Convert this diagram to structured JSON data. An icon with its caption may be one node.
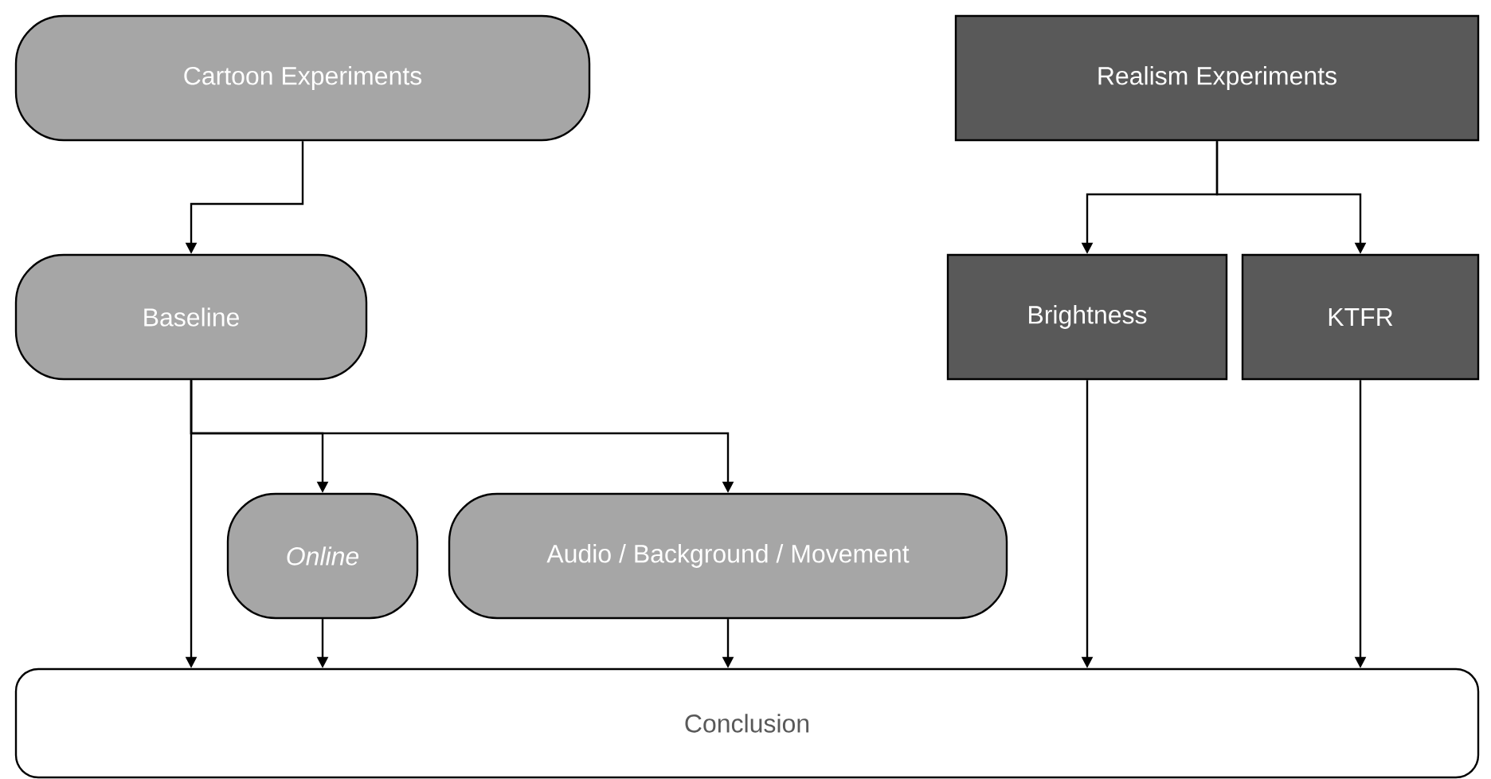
{
  "diagram": {
    "nodes": [
      {
        "text": [
          "Cartoon Experiments"
        ]
      },
      {
        "text": [
          "Realism Experiments"
        ]
      },
      {
        "text": [
          "Baseline"
        ]
      },
      {
        "text": [
          "Brightness"
        ]
      },
      {
        "text": [
          "KTFR"
        ]
      },
      {
        "text": [
          "Online"
        ]
      },
      {
        "text": [
          "Audio / Background / Movement"
        ]
      },
      {
        "text": [
          "Conclusion"
        ]
      }
    ],
    "edges": [
      {
        "from": 0,
        "to": 2,
        "arrow": "to"
      },
      {
        "from": 1,
        "to": 3,
        "arrow": "to"
      },
      {
        "from": 1,
        "to": 4,
        "arrow": "to"
      },
      {
        "from": 2,
        "to": 5,
        "arrow": "to"
      },
      {
        "from": 2,
        "to": 6,
        "arrow": "to"
      },
      {
        "from": 2,
        "to": 7,
        "arrow": "to"
      },
      {
        "from": 5,
        "to": 7,
        "arrow": "to"
      },
      {
        "from": 6,
        "to": 7,
        "arrow": "to"
      },
      {
        "from": 3,
        "to": 7,
        "arrow": "to"
      },
      {
        "from": 4,
        "to": 7,
        "arrow": "to"
      }
    ]
  }
}
